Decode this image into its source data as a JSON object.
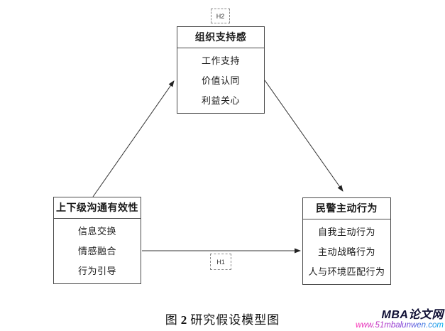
{
  "diagram": {
    "boxes": {
      "top": {
        "title": "组织支持感",
        "items": [
          "工作支持",
          "价值认同",
          "利益关心"
        ]
      },
      "left": {
        "title": "上下级沟通有效性",
        "items": [
          "信息交换",
          "情感融合",
          "行为引导"
        ]
      },
      "right": {
        "title": "民警主动行为",
        "items": [
          "自我主动行为",
          "主动战略行为",
          "人与环境匹配行为"
        ]
      }
    },
    "hypothesis_labels": {
      "h1": "H1",
      "h2": "H2"
    },
    "arrows": [
      {
        "from": "left-box",
        "to": "top-box"
      },
      {
        "from": "top-box",
        "to": "right-box"
      },
      {
        "from": "left-box",
        "to": "right-box",
        "label": "H1"
      }
    ]
  },
  "caption": {
    "figure_word": "图",
    "figure_number": "2",
    "title": "研究假设模型图"
  },
  "watermark": {
    "site_name": "MBA论文网",
    "site_url": "www.51mbalunwen.com"
  },
  "colors": {
    "box_border": "#4a4a4a",
    "arrow": "#333333",
    "watermark_name": "#101035",
    "watermark_url_gradient": [
      "#ff30b4",
      "#7a3bd6",
      "#00b2ef"
    ]
  }
}
